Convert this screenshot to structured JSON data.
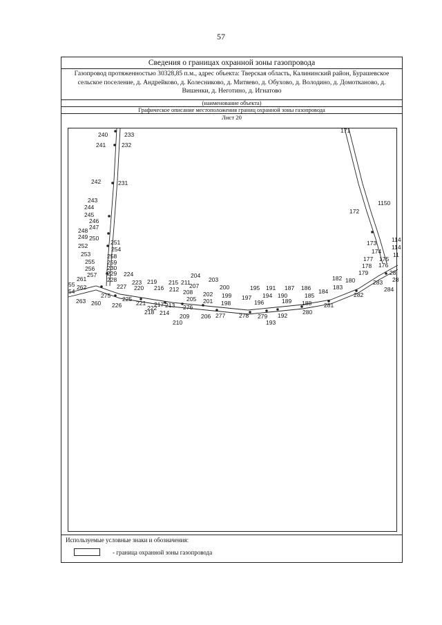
{
  "page_number": "57",
  "header": {
    "title": "Сведения о границах охранной зоны газопровода",
    "description": "Газопровод протяженностью 30328,85 п.м., адрес объекта: Тверская область, Калининский район, Бурашевское сельское поселение, д. Андрейково, д. Колесниково, д. Митяево, д. Обухово, д. Володино, д. Домотканово, д. Вишенки, д. Неготино, д. Игнатово",
    "object_name_caption": "(наименование объекта)",
    "graphic_caption": "Графическое описание местоположения границ охранной зоны газопровода",
    "sheet_label": "Лист 20"
  },
  "legend": {
    "title": "Используемые условные знаки и обозначения:",
    "item_label": "- граница охранной зоны газопровода"
  },
  "map_labels": {
    "n171": "171",
    "n233": "233",
    "n240": "240",
    "n241": "241",
    "n232": "232",
    "n242": "242",
    "n231": "231",
    "n243": "243",
    "n244": "244",
    "n245": "245",
    "n246": "246",
    "n247": "247",
    "n248": "248",
    "n249": "249",
    "n250": "250",
    "n251": "251",
    "n252": "252",
    "n253": "253",
    "n254": "254",
    "n255": "255",
    "n256": "256",
    "n257": "257",
    "n258": "258",
    "n259": "259",
    "n230": "230",
    "n229": "229",
    "n224": "224",
    "n228": "228",
    "n227": "227",
    "n261": "261",
    "n262": "262",
    "n263": "263",
    "n260": "260",
    "n275": "275",
    "n226": "226",
    "n225": "225",
    "n222": "222",
    "n221": "221",
    "n223": "223",
    "n220": "220",
    "n219": "219",
    "n218": "218",
    "n217": "217",
    "n216": "216",
    "n215": "215",
    "n213": "213",
    "n214": "214",
    "n212": "212",
    "n211": "211",
    "n210": "210",
    "n209": "209",
    "n208": "208",
    "n207": "207",
    "n205": "205",
    "n204": "204",
    "n203": "203",
    "n276": "276",
    "n206": "206",
    "n202": "202",
    "n201": "201",
    "n200": "200",
    "n199": "199",
    "n198": "198",
    "n277": "277",
    "n197": "197",
    "n196": "196",
    "n195": "195",
    "n194": "194",
    "n191": "191",
    "n190": "190",
    "n189": "189",
    "n278": "278",
    "n279": "279",
    "n193": "193",
    "n192": "192",
    "n187": "187",
    "n186": "186",
    "n185": "185",
    "n188": "188",
    "n280": "280",
    "n184": "184",
    "n281": "281",
    "n182": "182",
    "n183": "183",
    "n180": "180",
    "n282": "282",
    "n172": "172",
    "n1150": "1150",
    "n173": "173",
    "n174": "174",
    "n177": "177",
    "n175": "175",
    "n176": "176",
    "n178": "178",
    "n179": "179",
    "n283": "283",
    "n284": "284",
    "n114a": "114",
    "n114b": "114",
    "n11": "11",
    "n28a": "28",
    "n28b": "28",
    "n55": "55",
    "n54": "54"
  }
}
